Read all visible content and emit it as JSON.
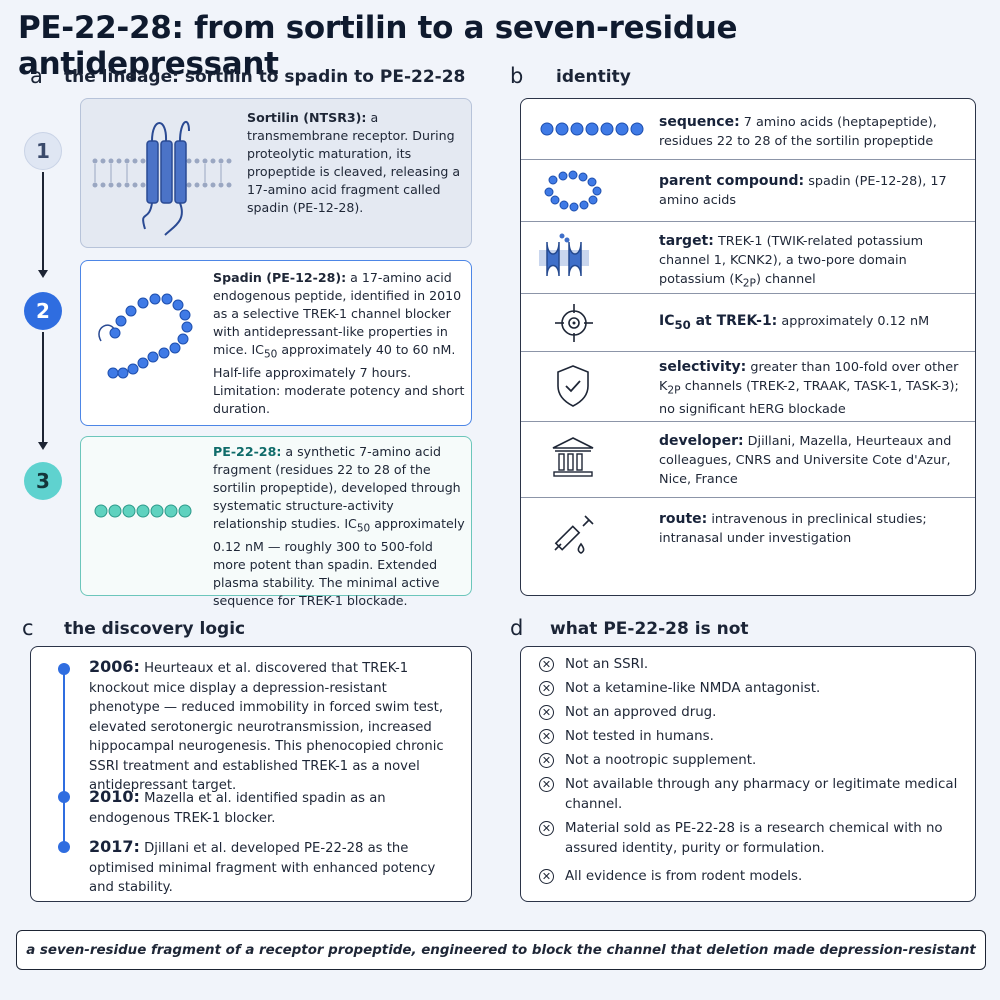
{
  "title": "PE-22-28: from sortilin to a seven-residue antidepressant",
  "panel_a": {
    "letter": "a",
    "heading": "the lineage: sortilin to spadin to PE-22-28",
    "steps": [
      {
        "number": "1",
        "name": "Sortilin (NTSR3):",
        "text": "a transmembrane receptor. During proteolytic maturation, its propeptide is cleaved, releasing a 17-amino acid fragment called spadin (PE-12-28)."
      },
      {
        "number": "2",
        "name": "Spadin (PE-12-28):",
        "text_1": "a 17-amino acid endogenous peptide, identified in 2010 as a selective TREK-1 channel blocker with antidepressant-like properties in mice. IC",
        "sub": "50",
        "text_2": " approximately 40 to 60 nM. Half-life approximately 7 hours. Limitation: moderate potency and short duration."
      },
      {
        "number": "3",
        "name": "PE-22-28:",
        "text_1": "a synthetic 7-amino acid fragment (residues 22 to 28 of the sortilin propeptide), developed through systematic structure-activity relationship studies. IC",
        "sub": "50",
        "text_2": " approximately 0.12 nM — roughly 300 to 500-fold more potent than spadin. Extended plasma stability. The minimal active sequence for TREK-1 blockade."
      }
    ]
  },
  "panel_b": {
    "letter": "b",
    "heading": "identity",
    "rows": [
      {
        "icon": "heptapeptide-beads-icon",
        "label": "sequence:",
        "text": "7 amino acids (heptapeptide), residues 22 to 28 of the sortilin propeptide"
      },
      {
        "icon": "spadin-chain-icon",
        "label": "parent compound:",
        "text": "spadin (PE-12-28), 17 amino acids"
      },
      {
        "icon": "ion-channel-icon",
        "label": "target:",
        "text_1": "TREK-1 (TWIK-related potassium channel 1, KCNK2), a two-pore domain potassium (K",
        "sub": "2P",
        "text_2": ") channel"
      },
      {
        "icon": "target-icon",
        "label_1": "IC",
        "label_sub": "50",
        "label_2": " at TREK-1:",
        "text": "approximately 0.12 nM"
      },
      {
        "icon": "shield-check-icon",
        "label": "selectivity:",
        "text_1": "greater than 100-fold over other K",
        "sub": "2P",
        "text_2": " channels (TREK-2, TRAAK, TASK-1, TASK-3); no significant hERG blockade"
      },
      {
        "icon": "institution-icon",
        "label": "developer:",
        "text": "Djillani, Mazella, Heurteaux and colleagues, CNRS and Universite Cote d'Azur, Nice, France"
      },
      {
        "icon": "syringe-drop-icon",
        "label": "route:",
        "text": "intravenous in preclinical studies; intranasal under investigation"
      }
    ]
  },
  "panel_c": {
    "letter": "c",
    "heading": "the discovery logic",
    "events": [
      {
        "year": "2006:",
        "text": "Heurteaux et al. discovered that TREK-1 knockout mice display a depression-resistant phenotype — reduced immobility in forced swim test, elevated serotonergic neurotransmission, increased hippocampal neurogenesis. This phenocopied chronic SSRI treatment and established TREK-1 as a novel antidepressant target."
      },
      {
        "year": "2010:",
        "text": "Mazella et al. identified spadin as an endogenous TREK-1 blocker."
      },
      {
        "year": "2017:",
        "text": "Djillani et al. developed PE-22-28 as the optimised minimal fragment with enhanced potency and stability."
      }
    ]
  },
  "panel_d": {
    "letter": "d",
    "heading": "what PE-22-28 is not",
    "items": [
      "Not an SSRI.",
      "Not a ketamine-like NMDA antagonist.",
      "Not an approved drug.",
      "Not tested in humans.",
      "Not a nootropic supplement.",
      "Not available through any pharmacy or legitimate medical channel.",
      "Material sold as PE-22-28 is a research chemical with no assured identity, purity or formulation.",
      "All evidence is from rodent models."
    ]
  },
  "footer": "a seven-residue fragment of a receptor propeptide, engineered to block the channel that deletion made depression-resistant",
  "colors": {
    "accent_blue": "#2f6de0",
    "accent_teal": "#5fd2cf",
    "teal_text": "#106c6a",
    "border_dark": "#2b3448"
  }
}
